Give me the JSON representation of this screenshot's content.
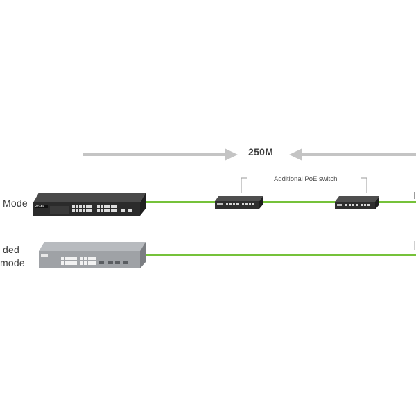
{
  "labels": {
    "mode_top": "Mode",
    "mode_bottom_line1": "ded",
    "mode_bottom_line2": "mode",
    "distance": "250M",
    "additional_switch": "Additional PoE switch",
    "brand": "ZYXEL"
  },
  "colors": {
    "cable": "#76c23a",
    "arrow": "#c4c4c4",
    "bracket": "#9a9a9a",
    "switch_dark": "#2b2b2b",
    "switch_light": "#9fa2a6"
  },
  "icons": {
    "main_switch_dark": "network-switch-icon",
    "main_switch_light": "network-switch-icon",
    "poe_switch": "poe-switch-icon"
  }
}
